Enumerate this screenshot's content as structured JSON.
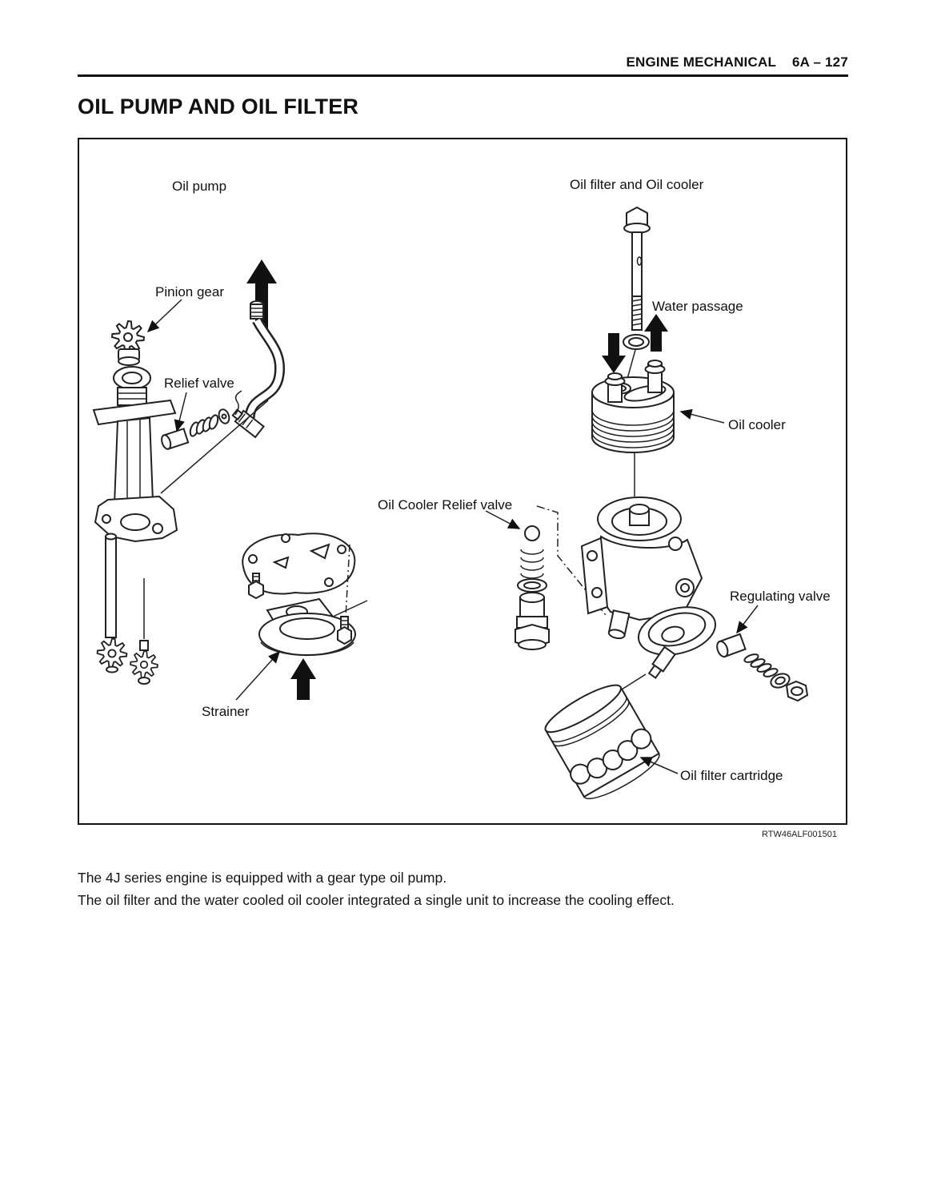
{
  "header": {
    "section": "ENGINE MECHANICAL",
    "page": "6A – 127"
  },
  "title": "OIL PUMP AND OIL FILTER",
  "figure": {
    "ref_code": "RTW46ALF001501",
    "labels": {
      "oil_pump": "Oil pump",
      "oil_filter_and_oil_cooler": "Oil filter and Oil cooler",
      "pinion_gear": "Pinion gear",
      "relief_valve": "Relief valve",
      "water_passage": "Water passage",
      "oil_cooler": "Oil cooler",
      "oil_cooler_relief_valve": "Oil Cooler Relief valve",
      "regulating_valve": "Regulating valve",
      "strainer": "Strainer",
      "oil_filter_cartridge": "Oil filter cartridge"
    }
  },
  "body_text": {
    "line1": "The 4J series engine is equipped with a gear type oil pump.",
    "line2": "The oil filter and the water cooled oil cooler integrated a single unit to increase the cooling effect."
  },
  "colors": {
    "ink": "#111111",
    "paper": "#ffffff"
  }
}
